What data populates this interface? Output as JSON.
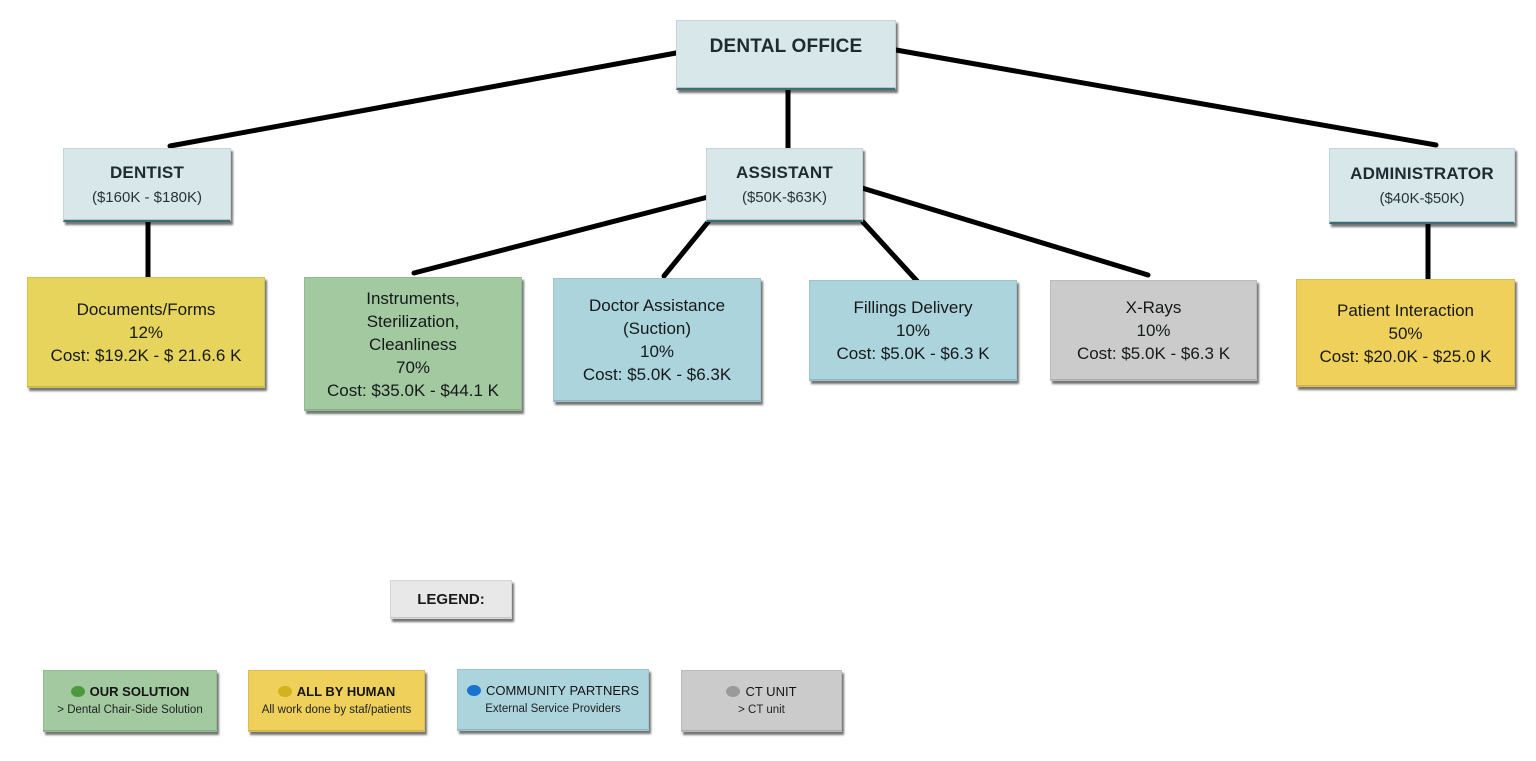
{
  "root": {
    "title": "DENTAL OFFICE"
  },
  "roles": [
    {
      "id": "dentist",
      "title": "DENTIST",
      "range": "($160K - $180K)"
    },
    {
      "id": "assistant",
      "title": "ASSISTANT",
      "range": "($50K-$63K)"
    },
    {
      "id": "administrator",
      "title": "ADMINISTRATOR",
      "range": "($40K-$50K)"
    }
  ],
  "tasks": [
    {
      "parent": "dentist",
      "category": "all-by-human",
      "lines": [
        "Documents/Forms"
      ],
      "percent": "12%",
      "cost": "Cost: $19.2K - $ 21.6.6 K"
    },
    {
      "parent": "assistant",
      "category": "our-solution",
      "lines": [
        "Instruments,",
        "Sterilization,",
        "Cleanliness"
      ],
      "percent": "70%",
      "cost": "Cost: $35.0K - $44.1 K"
    },
    {
      "parent": "assistant",
      "category": "community-partners",
      "lines": [
        "Doctor Assistance",
        "(Suction)"
      ],
      "percent": "10%",
      "cost": "Cost: $5.0K - $6.3K"
    },
    {
      "parent": "assistant",
      "category": "community-partners",
      "lines": [
        "Fillings Delivery"
      ],
      "percent": "10%",
      "cost": "Cost: $5.0K - $6.3 K"
    },
    {
      "parent": "assistant",
      "category": "ct-unit",
      "lines": [
        "X-Rays"
      ],
      "percent": "10%",
      "cost": "Cost: $5.0K - $6.3 K"
    },
    {
      "parent": "administrator",
      "category": "all-by-human",
      "lines": [
        "Patient Interaction"
      ],
      "percent": "50%",
      "cost": "Cost: $20.0K - $25.0 K"
    }
  ],
  "legend": {
    "title": "LEGEND:",
    "items": [
      {
        "name": "OUR SOLUTION",
        "sub": "> Dental Chair-Side Solution",
        "dot_color": "#4a9a3c",
        "fill": "#a2c9a0"
      },
      {
        "name": "ALL BY HUMAN",
        "sub": "All work done by staf/patients",
        "dot_color": "#d2b21e",
        "fill": "#efd05a"
      },
      {
        "name": "COMMUNITY PARTNERS",
        "sub": "External Service Providers",
        "dot_color": "#1a72d0",
        "fill": "#acd4dc"
      },
      {
        "name": "CT UNIT",
        "sub": "> CT unit",
        "dot_color": "#9a9a9a",
        "fill": "#cbcbcb"
      }
    ]
  }
}
